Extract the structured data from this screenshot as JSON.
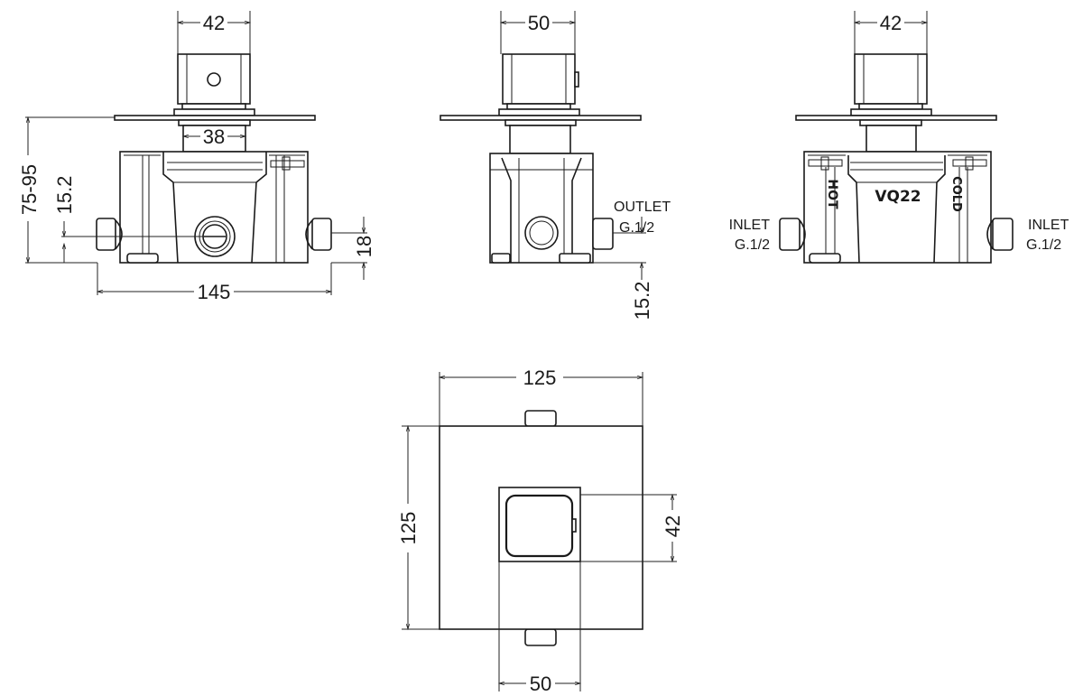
{
  "title": "Concealed shower valve technical drawing",
  "front_view": {
    "handle_width": "42",
    "stem_width": "38",
    "depth": "75-95",
    "outlet_height": "15.2",
    "inlet_height": "18",
    "body_width": "145"
  },
  "side_view": {
    "handle_width": "50",
    "outlet_label": "OUTLET",
    "outlet_thread": "G.1/2",
    "outlet_height": "15.2"
  },
  "rear_view": {
    "handle_width": "42",
    "model_mark": "VQ22",
    "hot_mark": "HOT",
    "cold_mark": "COLD",
    "inlet_left_label": "INLET",
    "inlet_left_thread": "G.1/2",
    "inlet_right_label": "INLET",
    "inlet_right_thread": "G.1/2"
  },
  "plate_view": {
    "plate_width": "125",
    "plate_height": "125",
    "handle_height": "42",
    "handle_width": "50"
  }
}
